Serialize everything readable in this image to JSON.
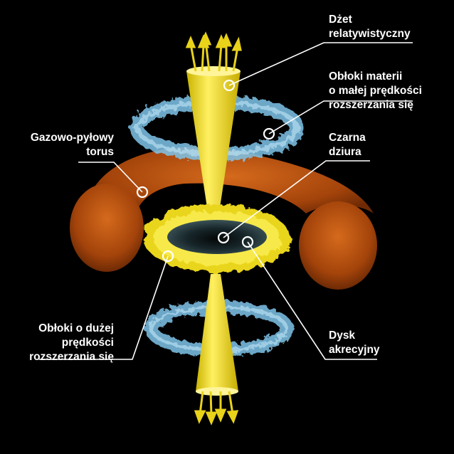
{
  "labels": {
    "jet": [
      "Dżet",
      "relatywistyczny"
    ],
    "slow_clouds": [
      "Obłoki materii",
      "o małej prędkości",
      "rozszerzania się"
    ],
    "black_hole": [
      "Czarna",
      "dziura"
    ],
    "torus": [
      "Gazowo-pyłowy",
      "torus"
    ],
    "fast_clouds": [
      "Obłoki o dużej",
      "prędkości",
      "rozszerzania się"
    ],
    "disk": [
      "Dysk",
      "akrecyjny"
    ]
  },
  "colors": {
    "background": "#000000",
    "jet": "#f3de1c",
    "torus": "#b4500e",
    "clouds": "#7fc4ea",
    "accretion_disk": "#f0df2c",
    "black_hole": "#1e2c30",
    "leader_line": "#ffffff"
  }
}
